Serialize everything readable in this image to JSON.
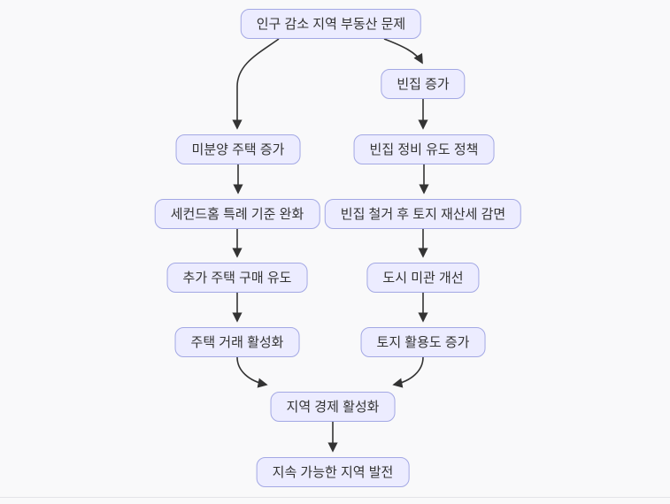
{
  "diagram": {
    "type": "flowchart",
    "direction": "top-down",
    "colors": {
      "background": "#f9f9fa",
      "node_fill": "#ececff",
      "node_border": "#a3a8e4",
      "node_text": "#333333",
      "edge": "#333333"
    },
    "nodes": [
      {
        "id": "A",
        "label": "인구 감소 지역 부동산 문제"
      },
      {
        "id": "B",
        "label": "빈집 증가"
      },
      {
        "id": "C",
        "label": "미분양 주택 증가"
      },
      {
        "id": "D",
        "label": "빈집 정비 유도 정책"
      },
      {
        "id": "E",
        "label": "세컨드홈 특례 기준 완화"
      },
      {
        "id": "F",
        "label": "빈집 철거 후 토지 재산세 감면"
      },
      {
        "id": "G",
        "label": "추가 주택 구매 유도"
      },
      {
        "id": "H",
        "label": "도시 미관 개선"
      },
      {
        "id": "I",
        "label": "주택 거래 활성화"
      },
      {
        "id": "J",
        "label": "토지 활용도 증가"
      },
      {
        "id": "K",
        "label": "지역 경제 활성화"
      },
      {
        "id": "L",
        "label": "지속 가능한 지역 발전"
      }
    ],
    "edges": [
      {
        "from": "인구 감소 지역 부동산 문제",
        "to": "미분양 주택 증가"
      },
      {
        "from": "인구 감소 지역 부동산 문제",
        "to": "빈집 증가"
      },
      {
        "from": "빈집 증가",
        "to": "빈집 정비 유도 정책"
      },
      {
        "from": "미분양 주택 증가",
        "to": "세컨드홈 특례 기준 완화"
      },
      {
        "from": "빈집 정비 유도 정책",
        "to": "빈집 철거 후 토지 재산세 감면"
      },
      {
        "from": "세컨드홈 특례 기준 완화",
        "to": "추가 주택 구매 유도"
      },
      {
        "from": "빈집 철거 후 토지 재산세 감면",
        "to": "도시 미관 개선"
      },
      {
        "from": "추가 주택 구매 유도",
        "to": "주택 거래 활성화"
      },
      {
        "from": "도시 미관 개선",
        "to": "토지 활용도 증가"
      },
      {
        "from": "주택 거래 활성화",
        "to": "지역 경제 활성화"
      },
      {
        "from": "토지 활용도 증가",
        "to": "지역 경제 활성화"
      },
      {
        "from": "지역 경제 활성화",
        "to": "지속 가능한 지역 발전"
      }
    ]
  }
}
